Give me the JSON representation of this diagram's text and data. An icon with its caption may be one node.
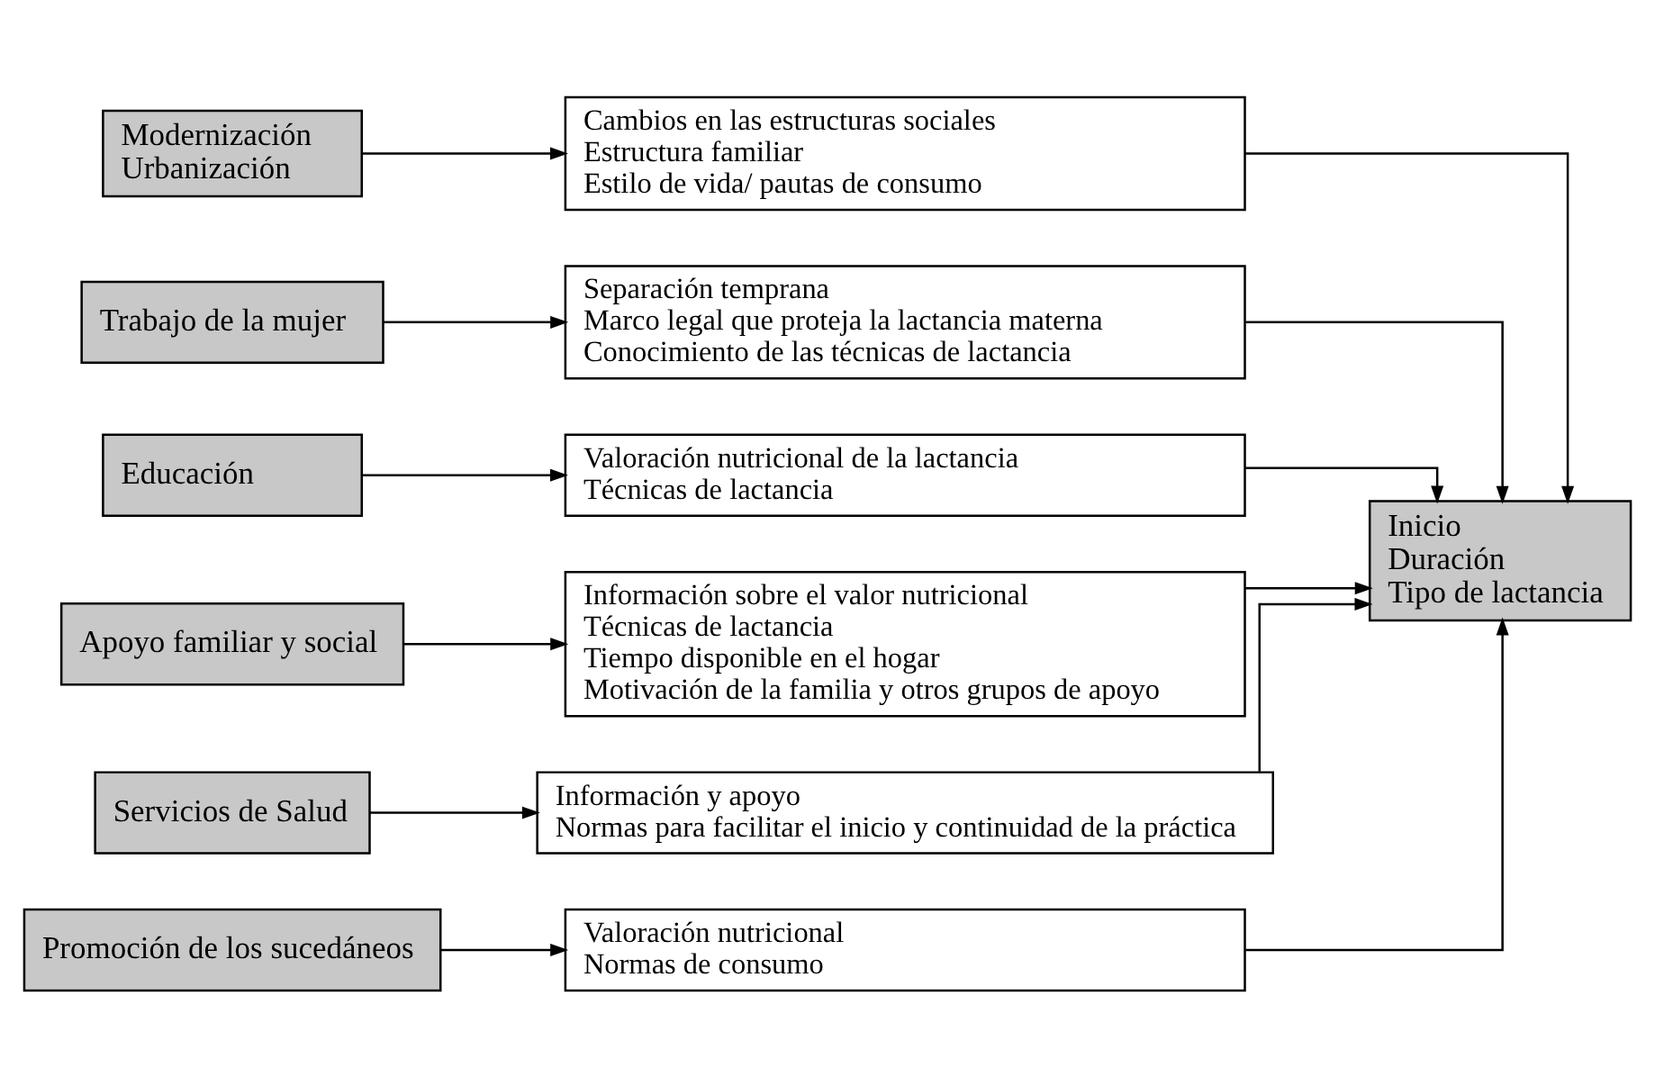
{
  "diagram": {
    "nodes": [
      {
        "text": [
          "Modernización",
          "Urbanización"
        ]
      },
      {
        "text": [
          "Cambios en las estructuras sociales",
          "Estructura familiar",
          "Estilo de vida/ pautas de consumo"
        ]
      },
      {
        "text": [
          "Trabajo de la mujer"
        ]
      },
      {
        "text": [
          "Separación temprana",
          "Marco legal que proteja la lactancia materna",
          "Conocimiento de las técnicas de lactancia"
        ]
      },
      {
        "text": [
          "Educación"
        ]
      },
      {
        "text": [
          "Valoración nutricional de la lactancia",
          "Técnicas de lactancia"
        ]
      },
      {
        "text": [
          "Apoyo familiar y social"
        ]
      },
      {
        "text": [
          "Información sobre el valor nutricional",
          "Técnicas de lactancia",
          "Tiempo disponible en el hogar",
          "Motivación de la familia y otros grupos de apoyo"
        ]
      },
      {
        "text": [
          "Servicios de Salud"
        ]
      },
      {
        "text": [
          "Información y apoyo",
          "Normas para facilitar el inicio y continuidad de la práctica"
        ]
      },
      {
        "text": [
          "Promoción de los sucedáneos"
        ]
      },
      {
        "text": [
          "Valoración nutricional",
          "Normas de consumo"
        ]
      },
      {
        "text": [
          "Inicio",
          "Duración",
          "Tipo de lactancia"
        ]
      }
    ],
    "edges": [
      {
        "from": 0,
        "to": 1,
        "arrow": "to"
      },
      {
        "from": 2,
        "to": 3,
        "arrow": "to"
      },
      {
        "from": 4,
        "to": 5,
        "arrow": "to"
      },
      {
        "from": 6,
        "to": 7,
        "arrow": "to"
      },
      {
        "from": 8,
        "to": 9,
        "arrow": "to"
      },
      {
        "from": 10,
        "to": 11,
        "arrow": "to"
      },
      {
        "from": 1,
        "to": 12,
        "arrow": "to"
      },
      {
        "from": 3,
        "to": 12,
        "arrow": "to"
      },
      {
        "from": 5,
        "to": 12,
        "arrow": "to"
      },
      {
        "from": 7,
        "to": 12,
        "arrow": "to"
      },
      {
        "from": 9,
        "to": 12,
        "arrow": "to"
      },
      {
        "from": 11,
        "to": 12,
        "arrow": "to"
      }
    ]
  }
}
